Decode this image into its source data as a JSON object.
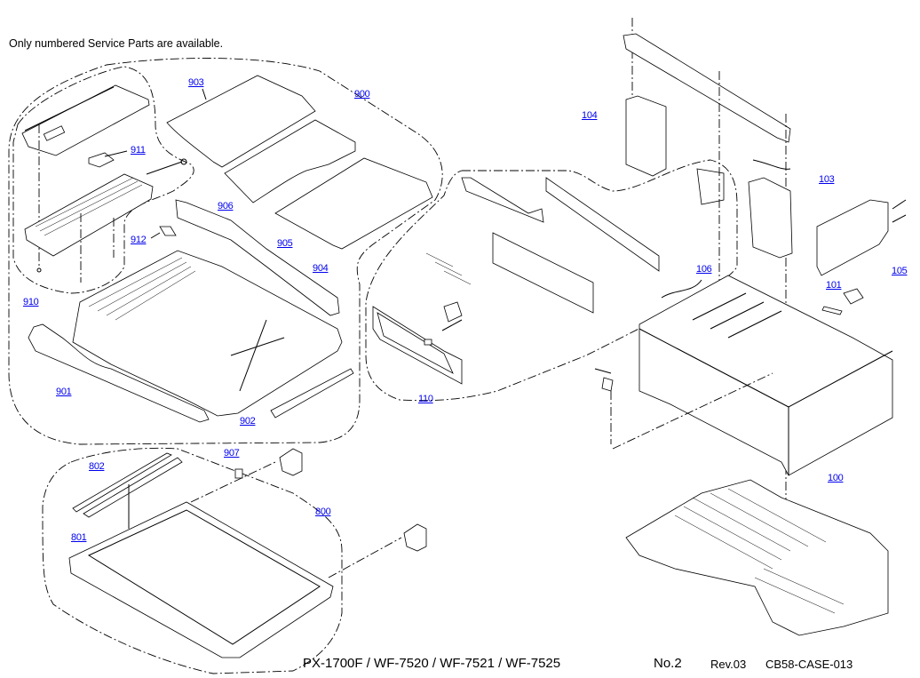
{
  "header": {
    "note": "Only numbered Service Parts are available."
  },
  "footer": {
    "models": "PX-1700F / WF-7520 / WF-7521 / WF-7525",
    "page_no": "No.2",
    "revision": "Rev.03",
    "drawing_code": "CB58-CASE-013"
  },
  "colors": {
    "link": "#0000ee",
    "line": "#000000",
    "background": "#ffffff"
  },
  "part_labels": {
    "p903": "903",
    "p900": "900",
    "p911": "911",
    "p906": "906",
    "p912": "912",
    "p905": "905",
    "p904": "904",
    "p910": "910",
    "p901": "901",
    "p902": "902",
    "p104": "104",
    "p103": "103",
    "p105": "105",
    "p106": "106",
    "p101": "101",
    "p110": "110",
    "p100": "100",
    "p907": "907",
    "p802": "802",
    "p801": "801",
    "p800": "800"
  }
}
